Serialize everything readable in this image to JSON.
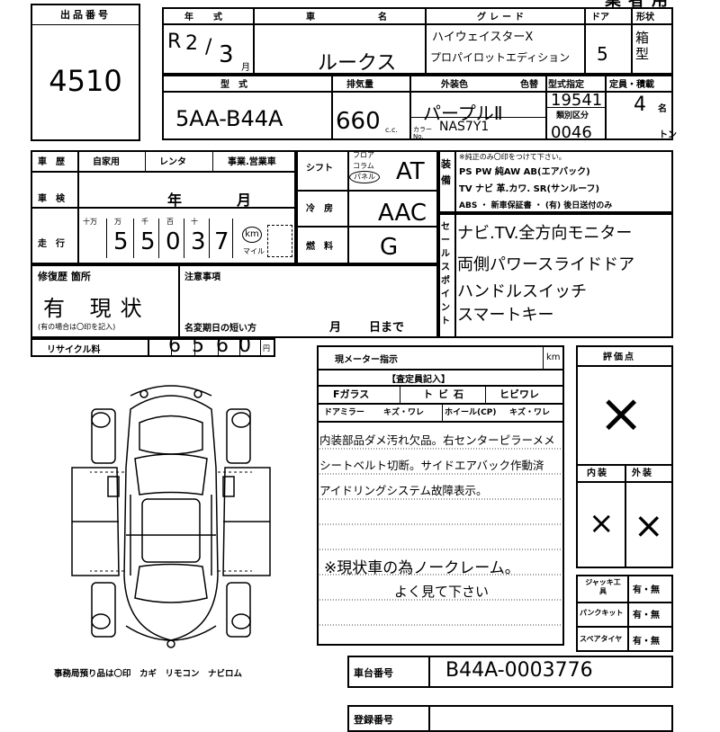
{
  "lot": {
    "label": "出品番号",
    "value": "4510"
  },
  "header_top_right": "業者用",
  "year": {
    "label": "年　式",
    "era": "R",
    "year_num": "2",
    "sep": "/",
    "month_num": "3",
    "month_unit": "月"
  },
  "car_name": {
    "label": "車　名",
    "value": "ルークス"
  },
  "grade": {
    "label": "グレード",
    "line1": "ハイウェイスターX",
    "line2": "プロパイロットエディション"
  },
  "doors": {
    "label": "ドア",
    "value": "5"
  },
  "shape": {
    "label": "形状",
    "value": "箱型"
  },
  "model": {
    "label": "型　式",
    "value": "5AA-B44A"
  },
  "displacement": {
    "label": "排気量",
    "value": "660",
    "unit": "c.c."
  },
  "exterior_color": {
    "label": "外装色",
    "value": "パープルⅡ",
    "color_no_label": "カラーNo.",
    "color_no": "NAS7Y1"
  },
  "color_change": {
    "label": "色替"
  },
  "type_designation": {
    "label": "型式指定",
    "value": "19541"
  },
  "category": {
    "label": "類別区分",
    "value": "0046"
  },
  "capacity": {
    "label": "定員・積載",
    "persons": "4",
    "persons_unit": "名",
    "ton_unit": "トン"
  },
  "history": {
    "label": "車　歴",
    "options": [
      "自家用",
      "レンタ",
      "事業.営業車"
    ]
  },
  "shift": {
    "label": "シフト",
    "options": [
      "フロア",
      "コラム",
      "パネル"
    ],
    "value": "AT"
  },
  "inspection": {
    "label": "車　検",
    "year_unit": "年",
    "month_unit": "月"
  },
  "ac": {
    "label": "冷　房",
    "value": "AAC"
  },
  "mileage": {
    "label": "走　行",
    "place_labels": [
      "十万",
      "万",
      "千",
      "百",
      "十"
    ],
    "digits": [
      "5",
      "5",
      "0",
      "3",
      "7"
    ],
    "unit_km": "km",
    "unit_mile": "マイル"
  },
  "fuel": {
    "label": "燃　料",
    "value": "G"
  },
  "equipment": {
    "label": "装備",
    "header": "※純正のみ〇印をつけて下さい。",
    "row1": "PS PW 純AW AB(エアバック)",
    "row2": "TV ナビ 革.カワ. SR(サンルーフ)",
    "row3": "ABS ・ 新車保証書 ・ (有) 後日送付のみ"
  },
  "sales_points": {
    "label": "セールスポイント",
    "lines": [
      "ナビ.TV.全方向モニター",
      "両側パワースライドドア",
      "ハンドルスイッチ",
      "スマートキー"
    ]
  },
  "repair_history": {
    "label": "修復歴 箇所",
    "value": "有 現状",
    "note": "(有の場合は〇印を記入)"
  },
  "notes": {
    "label": "注意事項"
  },
  "name_change": {
    "label": "名変期日の短い方",
    "month": "月",
    "day": "日まで"
  },
  "recycle": {
    "label": "リサイクル料",
    "digits": [
      "6",
      "5",
      "6",
      "0"
    ],
    "unit": "円"
  },
  "meter": {
    "label": "現メーター指示",
    "unit": "km"
  },
  "inspector": {
    "title": "【査定員記入】",
    "items": [
      "Fガラス",
      "トビ石",
      "ヒビワレ",
      "ドアミラー",
      "キズ・ワレ",
      "ホイール(CP)",
      "キズ・ワレ"
    ],
    "lines": [
      "内装部品ダメ汚れ欠品。右センターピラーメメ",
      "シートベルト切断。サイドエアバック作動済",
      "アイドリングシステム故障表示。",
      "※現状車の為ノークレーム。",
      "よく見て下さい"
    ]
  },
  "score": {
    "label": "評価点",
    "value": "×"
  },
  "interior": {
    "label": "内装",
    "value": "×"
  },
  "exterior": {
    "label": "外装",
    "value": "×"
  },
  "tools": [
    {
      "label": "ジャッキ工　具",
      "value": "有・無"
    },
    {
      "label": "パンクキット",
      "value": "有・無"
    },
    {
      "label": "スペアタイヤ",
      "value": "有・無"
    }
  ],
  "office_items": "事務局預り品は〇印　カギ　リモコン　ナビロム",
  "chassis": {
    "label": "車台番号",
    "value": "B44A-0003776"
  },
  "registration": {
    "label": "登録番号"
  }
}
